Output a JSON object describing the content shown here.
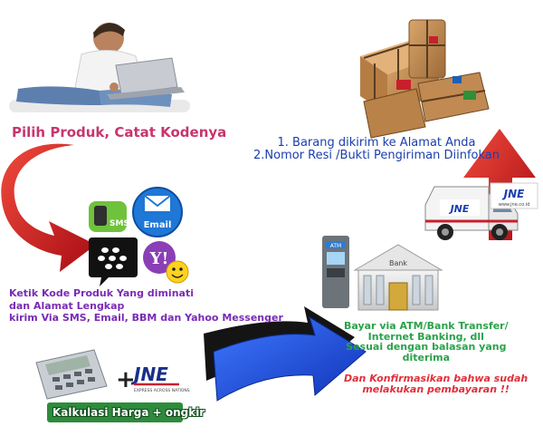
{
  "steps": {
    "choose": "Pilih Produk, Catat Kodenya",
    "order_lines": [
      "Ketik Kode Produk Yang diminati",
      "dan Alamat Lengkap",
      "kirim Via SMS, Email, BBM dan Yahoo Messenger"
    ],
    "calc": "Kalkulasi Harga + ongkir",
    "pay_lines": [
      "Bayar via ATM/Bank Transfer/",
      "Internet Banking, dll",
      "Sesuai dengan balasan yang",
      "diterima"
    ],
    "confirm_lines": [
      "Dan Konfirmasikan bahwa sudah",
      "melakukan pembayaran !!"
    ],
    "ship_lines": [
      "1. Barang dikirim ke Alamat Anda",
      "2.Nomor Resi /Bukti Pengiriman Diinfokan"
    ]
  },
  "badges": {
    "sms": "SMS",
    "email": "Email",
    "yahoo": "Y!",
    "jne": "JNE",
    "jne_tag": "EXPRESS ACROSS NATIONS",
    "jne_url": "www.jne.co.id",
    "bank": "Bank",
    "atm": "ATM",
    "plus": "+"
  },
  "colors": {
    "arrow_red": "#d4161c",
    "arrow_blue": "#1d4fe0",
    "arrow_dark": "#141414",
    "choose_text": "#c8356e",
    "order_text": "#7a2bb5",
    "pay_text": "#2aa24a",
    "confirm_text": "#e0303a",
    "ship_text": "#1a3fae",
    "calc_text": "#ffffff"
  }
}
